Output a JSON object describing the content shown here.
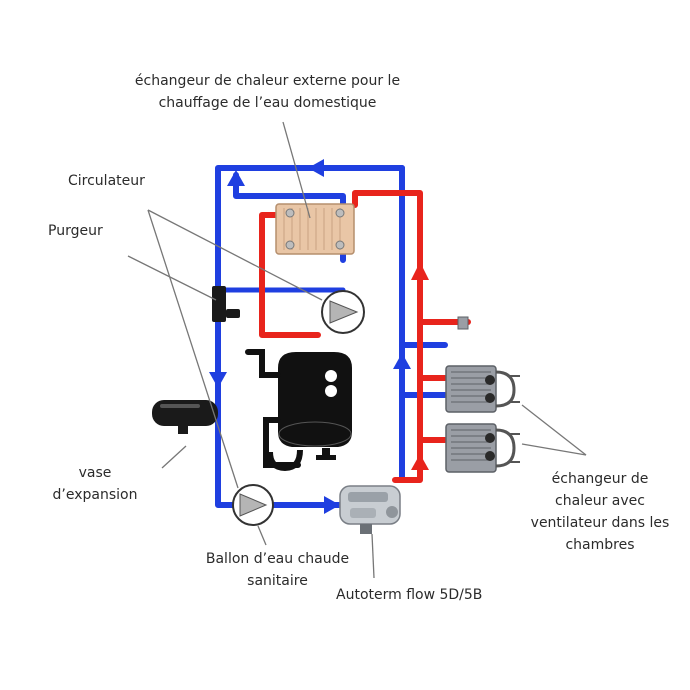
{
  "labels": {
    "external_exchanger_line1": "échangeur de chaleur externe pour le",
    "external_exchanger_line2": "chauffage de l’eau domestique",
    "circulator": "Circulateur",
    "purger": "Purgeur",
    "expansion_line1": "vase",
    "expansion_line2": "d’expansion",
    "tank_line1": "Ballon d’eau chaude",
    "tank_line2": "sanitaire",
    "heater": "Autoterm flow 5D/5B",
    "room_exchanger_line1": "échangeur de",
    "room_exchanger_line2": "chaleur avec",
    "room_exchanger_line3": "ventilateur dans les",
    "room_exchanger_line4": "chambres"
  },
  "colors": {
    "cold_line": "#1f3fe0",
    "hot_line": "#e8241c",
    "exchanger": "#e9c6a6",
    "tank": "#111111",
    "unit": "#9a9ea5",
    "leader": "#777777",
    "text": "#2b2b2b"
  }
}
